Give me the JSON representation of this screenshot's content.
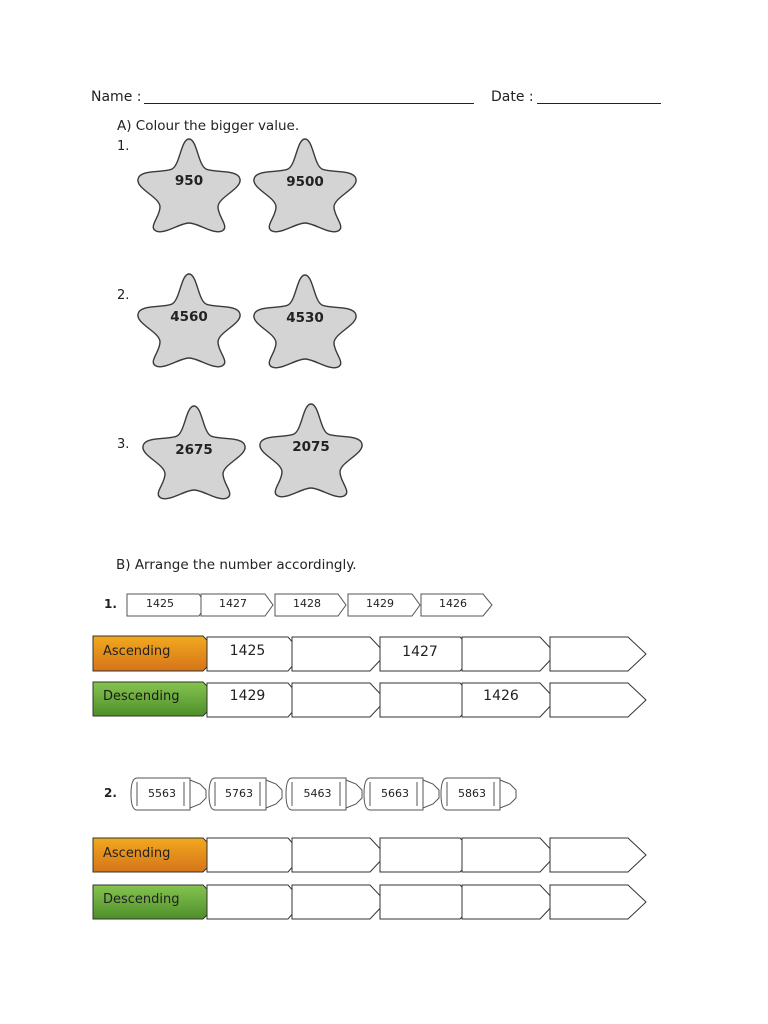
{
  "header": {
    "name_label": "Name :",
    "date_label": "Date :"
  },
  "section_a": {
    "instruction": "A)  Colour the bigger value.",
    "questions": [
      {
        "number": "1.",
        "values": [
          "950",
          "9500"
        ]
      },
      {
        "number": "2.",
        "values": [
          "4560",
          "4530"
        ]
      },
      {
        "number": "3.",
        "values": [
          "2675",
          "2075"
        ]
      }
    ]
  },
  "section_b": {
    "instruction": "B)   Arrange the number accordingly.",
    "q1": {
      "number": "1.",
      "values": [
        "1425",
        "1427",
        "1428",
        "1429",
        "1426"
      ],
      "ascending_label": "Ascending",
      "descending_label": "Descending",
      "ascending_answers": [
        "1425",
        "",
        "1427",
        "",
        ""
      ],
      "descending_answers": [
        "1429",
        "",
        "",
        "1426",
        ""
      ]
    },
    "q2": {
      "number": "2.",
      "values": [
        "5563",
        "5763",
        "5463",
        "5663",
        "5863"
      ],
      "ascending_label": "Ascending",
      "descending_label": "Descending",
      "ascending_answers": [
        "",
        "",
        "",
        "",
        ""
      ],
      "descending_answers": [
        "",
        "",
        "",
        "",
        ""
      ]
    }
  },
  "colors": {
    "star_fill": "#d4d4d4",
    "ascending_top": "#f2a91e",
    "ascending_bottom": "#d5741a",
    "descending_top": "#86c44f",
    "descending_bottom": "#4e8f2b"
  }
}
